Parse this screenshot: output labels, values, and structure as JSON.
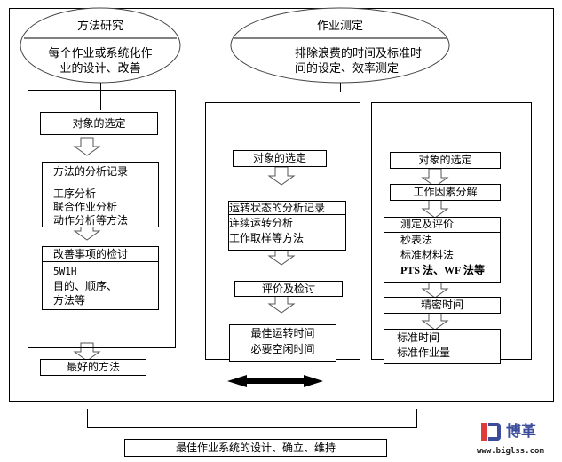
{
  "diagram": {
    "method_study": {
      "title": "方法研究",
      "description_line1": "每个作业或系统化作",
      "description_line2": "业的设计、改善",
      "steps": {
        "select": "对象的选定",
        "analysis_title": "方法的分析记录",
        "analysis_items": [
          "工序分析",
          "联合作业分析",
          "动作分析等方法"
        ],
        "review_title": "改善事项的检讨",
        "review_items": [
          "5W1H",
          "目的、顺序、",
          "方法等"
        ],
        "result": "最好的方法"
      }
    },
    "work_measurement": {
      "title": "作业测定",
      "description_line1": "排除浪费的时间及标准时",
      "description_line2": "间的设定、效率测定",
      "branch_left": {
        "select": "对象的选定",
        "analysis_title": "运转状态的分析记录",
        "analysis_items": [
          "连续运转分析",
          "工作取样等方法"
        ],
        "evaluate": "评价及检讨",
        "result_items": [
          "最佳运转时间",
          "必要空闲时间"
        ]
      },
      "branch_right": {
        "select": "对象的选定",
        "decompose": "工作因素分解",
        "measure_title": "测定及评价",
        "measure_items": [
          "秒表法",
          "标准材料法",
          "PTS 法、WF 法等"
        ],
        "precise": "精密时间",
        "result_items": [
          "标准时间",
          "标准作业量"
        ]
      }
    },
    "final": "最佳作业系统的设计、确立、维持"
  },
  "logo": {
    "mark": "B",
    "name": "博革",
    "url": "www.biglss.com",
    "colors": {
      "red": "#e03a3a",
      "blue": "#3b4c9a"
    }
  }
}
